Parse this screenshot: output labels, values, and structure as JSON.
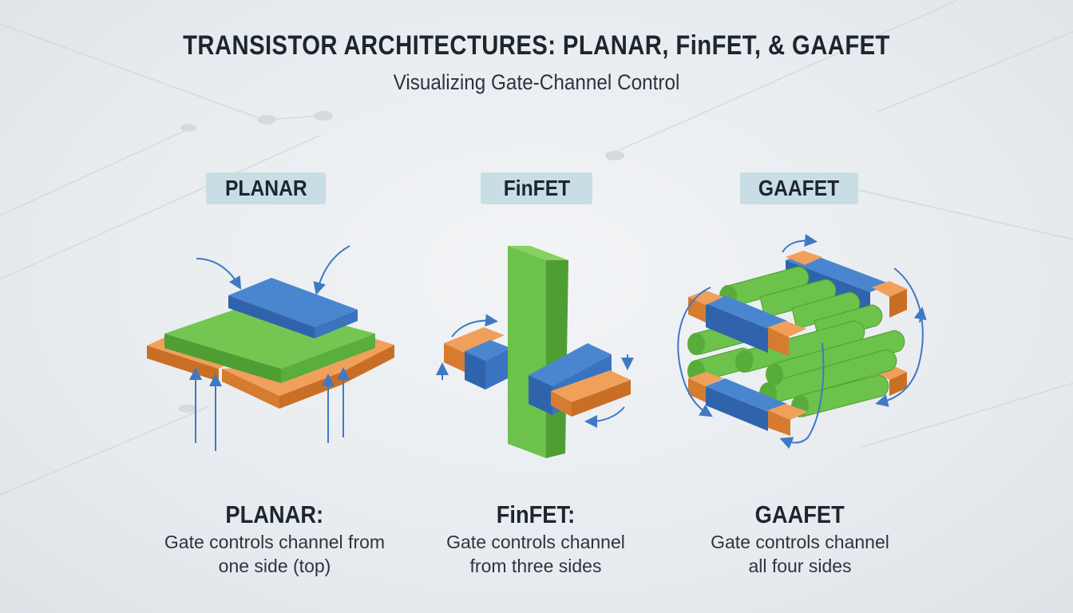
{
  "header": {
    "title": "TRANSISTOR ARCHITECTURES: PLANAR, FinFET, & GAAFET",
    "subtitle": "Visualizing Gate-Channel Control"
  },
  "panels": [
    {
      "label": "PLANAR",
      "caption_title": "PLANAR:",
      "caption_lines": [
        "Gate controls channel from",
        "one side (top)"
      ]
    },
    {
      "label": "FinFET",
      "caption_title": "FinFET:",
      "caption_lines": [
        "Gate controls channel",
        "from three sides"
      ]
    },
    {
      "label": "GAAFET",
      "caption_title": "GAAFET",
      "caption_lines": [
        "Gate controls channel",
        "all four sides"
      ]
    }
  ],
  "colors": {
    "gate": "#3f79c4",
    "channel": "#6cc24a",
    "source_drain": "#e08a3c",
    "arrow": "#3f79c4",
    "label_bg": "#c9dde5"
  }
}
